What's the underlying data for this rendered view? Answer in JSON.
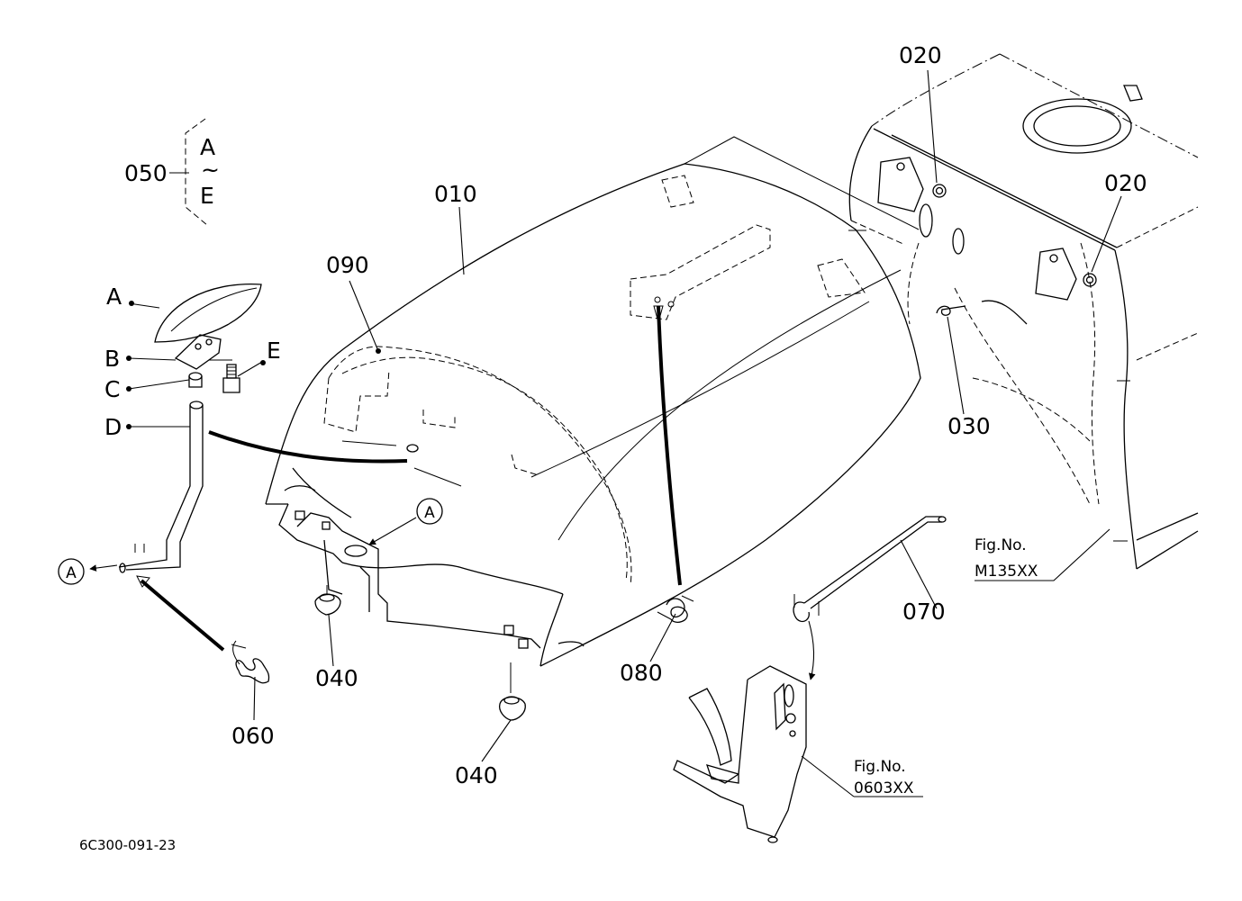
{
  "callouts": {
    "p010": "010",
    "p020a": "020",
    "p020b": "020",
    "p030": "030",
    "p040a": "040",
    "p040b": "040",
    "p050": "050",
    "p060": "060",
    "p070": "070",
    "p080": "080",
    "p090": "090"
  },
  "subparts": {
    "a": "A",
    "b": "B",
    "c": "C",
    "d": "D",
    "e": "E",
    "range_start": "A",
    "range_tilde": "~",
    "range_end": "E"
  },
  "view_markers": {
    "view1": "A",
    "view2": "A"
  },
  "figure_refs": {
    "ref1_title": "Fig.No.",
    "ref1_number": "M135XX",
    "ref2_title": "Fig.No.",
    "ref2_number": "0603XX"
  },
  "drawing_code": "6C300-091-23"
}
